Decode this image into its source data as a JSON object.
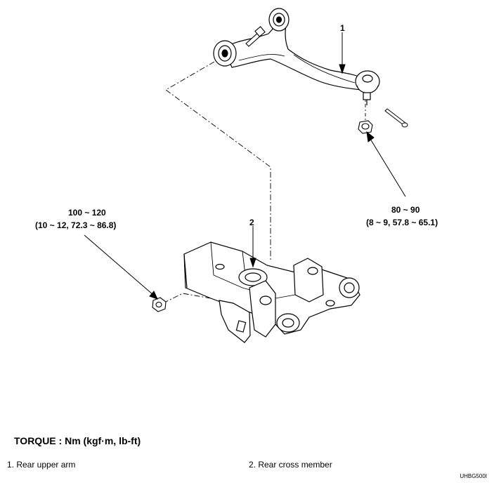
{
  "callouts": {
    "one": "1",
    "two": "2"
  },
  "torques": {
    "left": {
      "line1": "100 ~ 120",
      "line2": "(10 ~ 12, 72.3 ~ 86.8)"
    },
    "right": {
      "line1": "80 ~ 90",
      "line2": "(8 ~ 9, 57.8 ~ 65.1)"
    }
  },
  "torque_title": "TORQUE : Nm (kgf·m, lb-ft)",
  "legend": {
    "item1": "1. Rear upper arm",
    "item2": "2. Rear cross member"
  },
  "figure_id": "UHBG500I"
}
